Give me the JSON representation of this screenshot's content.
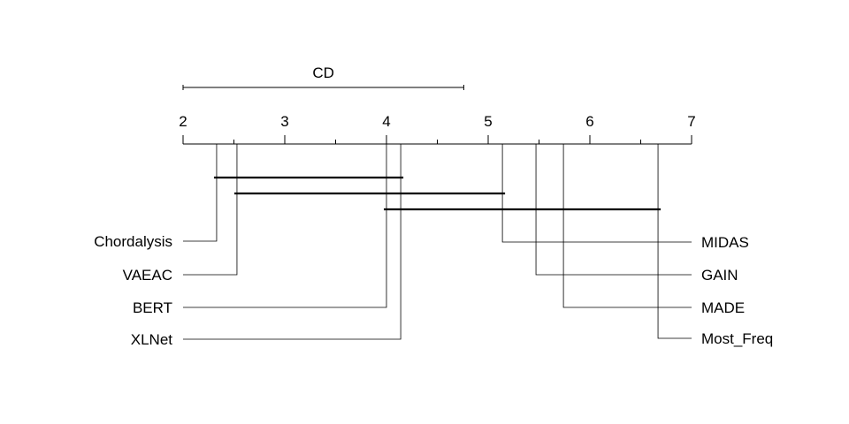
{
  "chart_data": {
    "type": "critical-difference",
    "axis": {
      "min": 2,
      "max": 7,
      "ticks": [
        2,
        3,
        4,
        5,
        6,
        7
      ]
    },
    "cd": {
      "label": "CD",
      "value": 2.76
    },
    "methods_left": [
      {
        "name": "Chordalysis",
        "rank": 2.33
      },
      {
        "name": "VAEAC",
        "rank": 2.53
      },
      {
        "name": "BERT",
        "rank": 4.0
      },
      {
        "name": "XLNet",
        "rank": 4.14
      }
    ],
    "methods_right": [
      {
        "name": "MIDAS",
        "rank": 5.14
      },
      {
        "name": "GAIN",
        "rank": 5.47
      },
      {
        "name": "MADE",
        "rank": 5.74
      },
      {
        "name": "Most_Freq",
        "rank": 6.67
      }
    ],
    "cliques": [
      {
        "from": 2.33,
        "to": 4.14
      },
      {
        "from": 2.53,
        "to": 5.14
      },
      {
        "from": 4.0,
        "to": 6.67
      }
    ],
    "colors": {
      "line": "#000000",
      "background": "#ffffff"
    }
  }
}
